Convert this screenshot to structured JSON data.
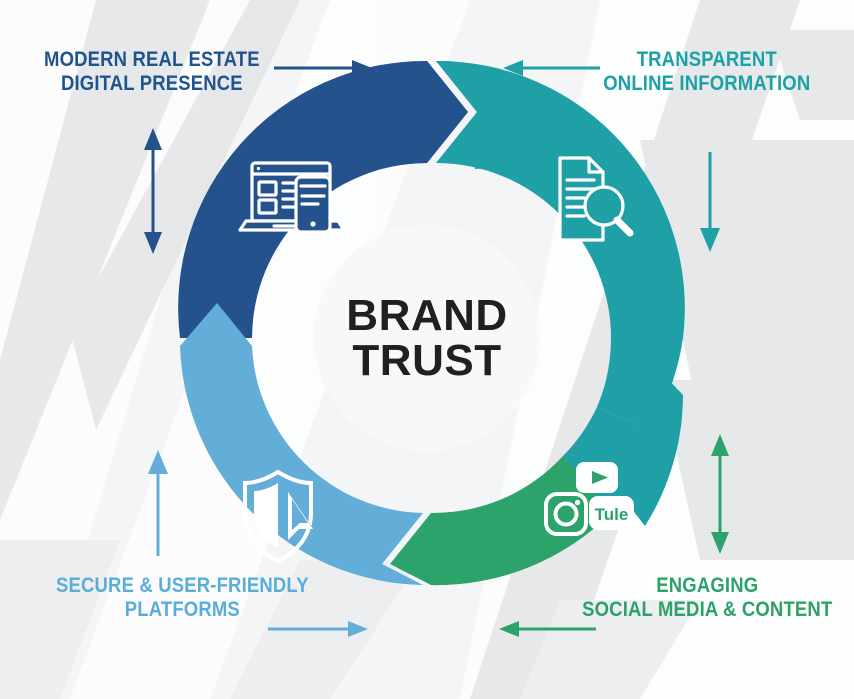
{
  "infographic": {
    "center": {
      "line1": "BRAND",
      "line2": "TRUST"
    },
    "background_color": "#f4f5f6",
    "segments": [
      {
        "key": "modern-real-estate-digital-presence",
        "position": "top-left",
        "color": "#24528d",
        "label_line1": "MODERN REAL ESTATE",
        "label_line2": "DIGITAL PRESENCE",
        "icon": "devices-responsive-icon",
        "arrow_horizontal": "arrow-right",
        "arrow_vertical": "arrow-up-down"
      },
      {
        "key": "transparent-online-information",
        "position": "top-right",
        "color": "#1f9fa6",
        "label_line1": "TRANSPARENT",
        "label_line2": "ONLINE INFORMATION",
        "icon": "document-search-icon",
        "arrow_horizontal": "arrow-left",
        "arrow_vertical": "arrow-down"
      },
      {
        "key": "engaging-social-media-content",
        "position": "bottom-right",
        "color": "#2ba36a",
        "label_line1": "ENGAGING",
        "label_line2": "SOCIAL MEDIA & CONTENT",
        "icon": "social-media-icons",
        "arrow_horizontal": "arrow-left",
        "arrow_vertical": "arrow-up-down"
      },
      {
        "key": "secure-user-friendly-platforms",
        "position": "bottom-left",
        "color": "#62aed9",
        "label_line1": "SECURE & USER-FRIENDLY",
        "label_line2": "PLATFORMS",
        "icon": "shield-cursor-icon",
        "arrow_horizontal": "arrow-right",
        "arrow_vertical": "arrow-up"
      }
    ],
    "social_badges": [
      {
        "name": "play-video-icon",
        "label": ""
      },
      {
        "name": "camera-photo-icon",
        "label": ""
      },
      {
        "name": "tule-badge-icon",
        "label": "Tule"
      }
    ]
  }
}
